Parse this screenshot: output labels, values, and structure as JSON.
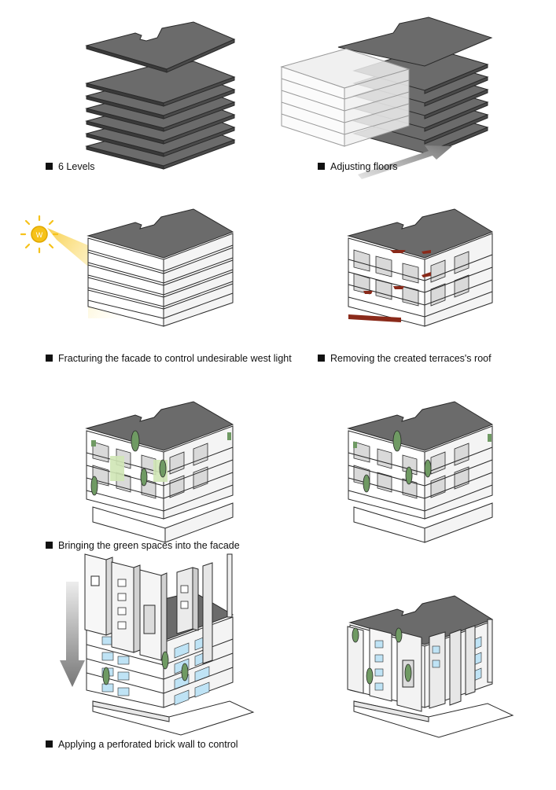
{
  "captions": [
    "6 Levels",
    "Adjusting floors",
    "Fracturing the facade to control undesirable west light",
    "Removing the created terraces's roof",
    "Bringing the green spaces into the facade",
    "Applying a perforated brick wall to control"
  ],
  "sun_label": "W",
  "colors": {
    "roof": "#6b6b6b",
    "roof_stroke": "#2a2a2a",
    "wall_white": "#ffffff",
    "wall_grey": "#dcdcdc",
    "glass": "#bfe3f5",
    "green": "#6f9a63",
    "green_tint": "#cfe6b5",
    "terrace_red": "#8a2a1a",
    "sun": "#f6c21a"
  }
}
